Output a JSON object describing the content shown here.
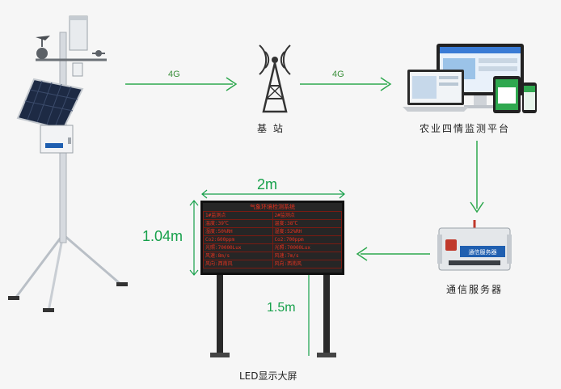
{
  "station": {
    "icon": "weather-station-icon"
  },
  "links": {
    "left": "4G",
    "right": "4G"
  },
  "tower": {
    "label": "基 站",
    "icon": "cell-tower-icon"
  },
  "platform": {
    "label": "农业四情监测平台",
    "icon": "computer-devices-icon"
  },
  "server": {
    "label": "通信服务器",
    "icon": "communication-server-icon",
    "device_text": "通信服务器"
  },
  "display": {
    "label": "LED显示大屏",
    "width_label": "2m",
    "height_label": "1.04m",
    "pole_label": "1.5m",
    "title": "气象环境检测系统",
    "rows": [
      [
        "1#监测点",
        "2#监测点"
      ],
      [
        "温度:39℃",
        "温度:38℃"
      ],
      [
        "湿度:50%RH",
        "湿度:52%RH"
      ],
      [
        "Co2:600ppm",
        "Co2:700ppm"
      ],
      [
        "光照:70000Lux",
        "光照:70000Lux"
      ],
      [
        "风速:8m/s",
        "风速:7m/s"
      ],
      [
        "风向:西南风",
        "风向:西南风"
      ]
    ]
  },
  "colors": {
    "arrow": "#2fa84f",
    "led_text": "#e8321e",
    "dimension": "#16a04a"
  }
}
